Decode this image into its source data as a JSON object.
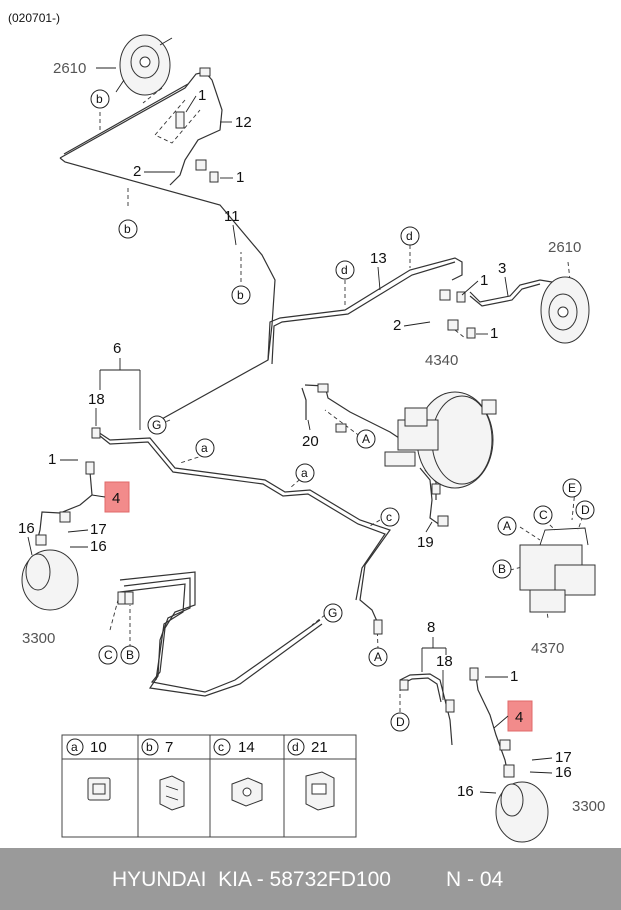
{
  "header": {
    "code": "(020701-)"
  },
  "parts": {
    "p2610_left": "2610",
    "p2610_right": "2610",
    "p4340": "4340",
    "p3300_left": "3300",
    "p3300_right": "3300",
    "p4370": "4370"
  },
  "callouts": {
    "n1_a": "1",
    "n12": "12",
    "n2_a": "2",
    "n1_b": "1",
    "n11": "11",
    "n13": "13",
    "n1_c": "1",
    "n3": "3",
    "n2_b": "2",
    "n1_d": "1",
    "n6": "6",
    "n18_a": "18",
    "n1_e": "1",
    "n4_left": "4",
    "n16_a": "16",
    "n17_a": "17",
    "n16_b": "16",
    "n20": "20",
    "n19": "19",
    "n8": "8",
    "n18_b": "18",
    "n1_f": "1",
    "n4_right": "4",
    "n17_b": "17",
    "n16_c": "16",
    "n16_d": "16"
  },
  "refs": {
    "b1": "b",
    "b2": "b",
    "b3": "b",
    "d1": "d",
    "d2": "d",
    "g1": "G",
    "g2": "G",
    "a1": "a",
    "a2": "a",
    "c1": "c",
    "A1": "A",
    "A2": "A",
    "A3": "A",
    "C1": "C",
    "C2": "C",
    "B1": "B",
    "B2": "B",
    "D1": "D",
    "D2": "D",
    "E1": "E"
  },
  "legend": [
    {
      "letter": "a",
      "number": "10",
      "icon": "clip-a-icon"
    },
    {
      "letter": "b",
      "number": "7",
      "icon": "clip-b-icon"
    },
    {
      "letter": "c",
      "number": "14",
      "icon": "clip-c-icon"
    },
    {
      "letter": "d",
      "number": "21",
      "icon": "clip-d-icon"
    }
  ],
  "footer": {
    "brand": "HYUNDAI  KIA - 58732FD100",
    "page": "N - 04"
  },
  "colors": {
    "highlight": "#f28b8b",
    "footer_bg": "#9a9a9a"
  }
}
